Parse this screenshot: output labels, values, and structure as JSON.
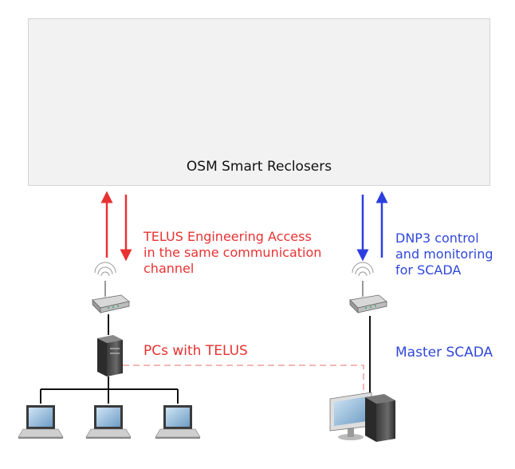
{
  "panel": {
    "label": "OSM Smart Reclosers"
  },
  "telus_access": {
    "lines": [
      "TELUS Engineering Access",
      "in the same communication",
      "channel"
    ]
  },
  "dnp3": {
    "lines": [
      "DNP3 control",
      "and monitoring",
      "for SCADA"
    ]
  },
  "pcs_label": "PCs with TELUS",
  "master_label": "Master SCADA",
  "colors": {
    "red": "#e83232",
    "blue": "#3048d8",
    "panel_bg": "#f2f2f2",
    "link_pink": "#f4b6b6"
  },
  "icons": {
    "pole": "utility-pole-recloser-icon",
    "router": "wireless-router-icon",
    "server": "server-tower-icon",
    "laptop": "laptop-icon",
    "workstation": "desktop-workstation-icon"
  }
}
